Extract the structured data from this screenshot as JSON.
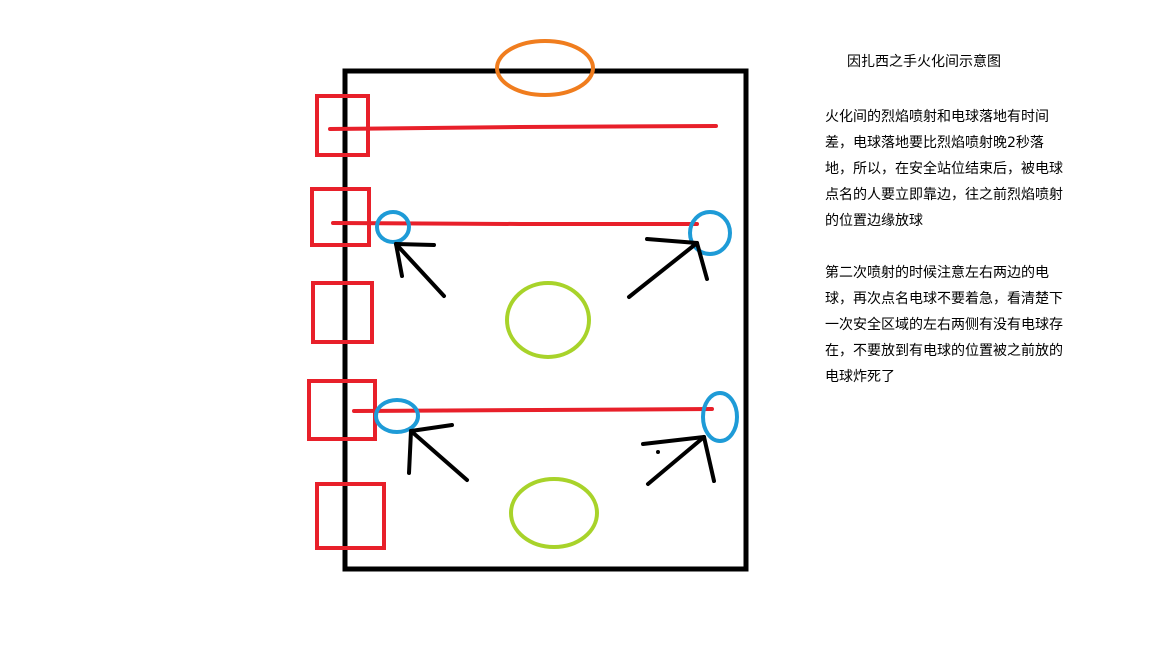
{
  "title": "因扎西之手火化间示意图",
  "paragraphs": [
    {
      "lines": [
        "火化间的烈焰喷射和电球落地有时间",
        "差，电球落地要比烈焰喷射晚2秒落",
        "地，所以，在安全站位结束后，被电球",
        "点名的人要立即靠边，往之前烈焰喷射",
        "的位置边缘放球"
      ]
    },
    {
      "lines": [
        "第二次喷射的时候注意左右两边的电",
        "球，再次点名电球不要着急，看清楚下",
        "一次安全区域的左右两侧有没有电球存",
        "在，不要放到有电球的位置被之前放的",
        "电球炸死了"
      ]
    }
  ],
  "colors": {
    "room_border": "#000000",
    "jet_zones": "#e8202a",
    "flame_lines": "#e8202a",
    "orb_drop": "#1e9bd7",
    "move_arrows": "#000000",
    "safe_zones": "#a8d32a",
    "entrance": "#f07d1e"
  }
}
